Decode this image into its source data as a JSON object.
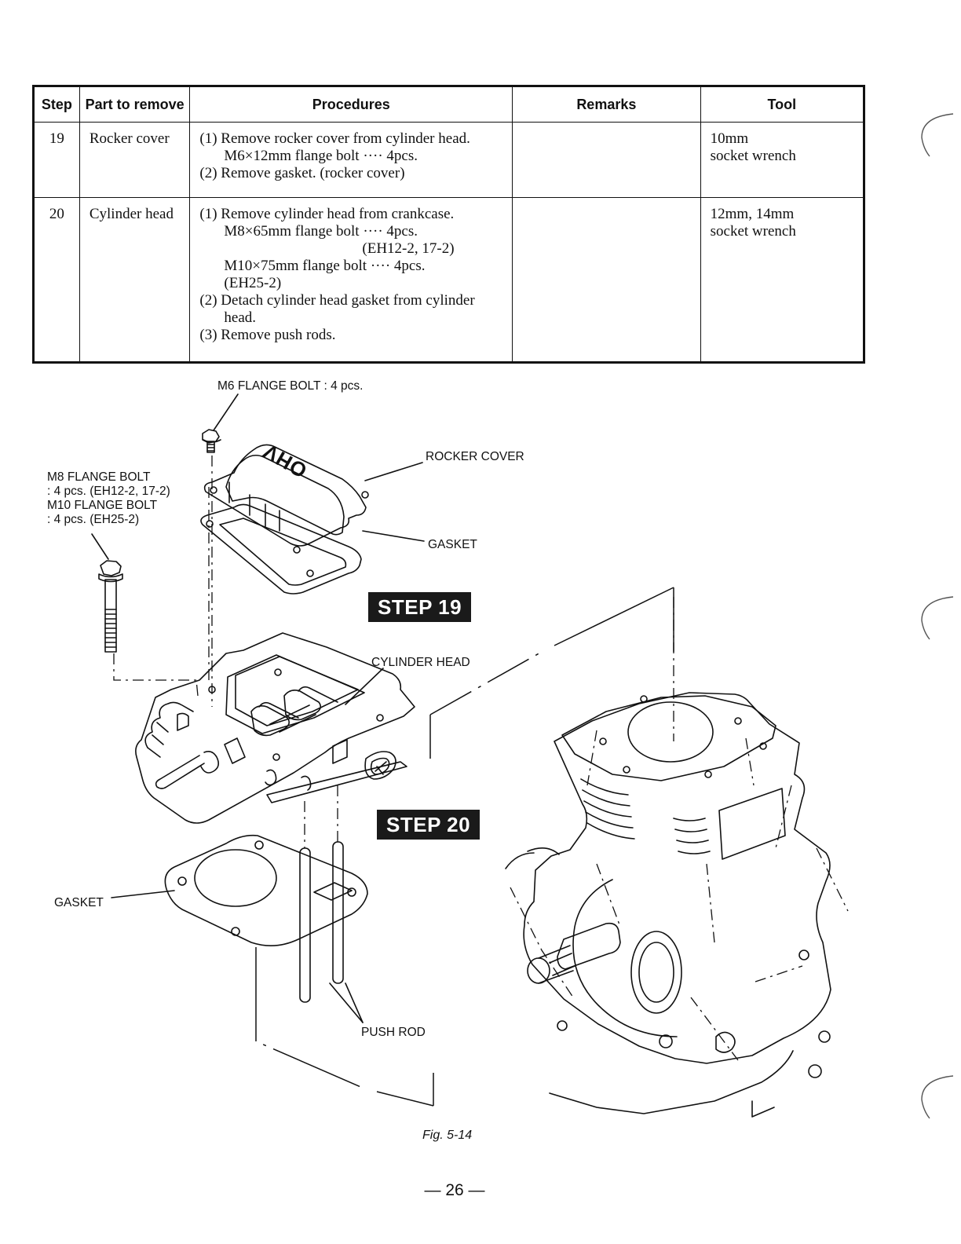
{
  "table": {
    "headers": [
      "Step",
      "Part to remove",
      "Procedures",
      "Remarks",
      "Tool"
    ],
    "rows": [
      {
        "step": "19",
        "part": "Rocker cover",
        "procedures": [
          "(1) Remove rocker cover from cylinder head.",
          "M6×12mm flange bolt ···· 4pcs.",
          "(2) Remove gasket. (rocker cover)"
        ],
        "remarks": "",
        "tool": [
          "10mm",
          "socket wrench"
        ]
      },
      {
        "step": "20",
        "part": "Cylinder head",
        "procedures": [
          "(1) Remove cylinder head from crankcase.",
          "M8×65mm flange bolt ···· 4pcs.",
          "(EH12-2, 17-2)",
          "M10×75mm flange bolt ···· 4pcs.",
          "(EH25-2)",
          "(2) Detach cylinder head gasket from cylinder",
          "head.",
          "(3) Remove push rods."
        ],
        "remarks": "",
        "tool": [
          "12mm, 14mm",
          "socket wrench"
        ]
      }
    ]
  },
  "figure": {
    "labels": {
      "m6_bolt": "M6 FLANGE BOLT : 4 pcs.",
      "rocker_cover": "ROCKER COVER",
      "gasket_top": "GASKET",
      "m8_line1": "M8 FLANGE BOLT",
      "m8_line2": ": 4 pcs. (EH12-2, 17-2)",
      "m10_line1": "M10 FLANGE BOLT",
      "m10_line2": ": 4 pcs. (EH25-2)",
      "cylinder_head": "CYLINDER HEAD",
      "gasket_bottom": "GASKET",
      "push_rod": "PUSH ROD",
      "cover_logo": "OHV"
    },
    "step19": "STEP 19",
    "step20": "STEP 20",
    "caption": "Fig. 5-14"
  },
  "page_number": "— 26 —"
}
